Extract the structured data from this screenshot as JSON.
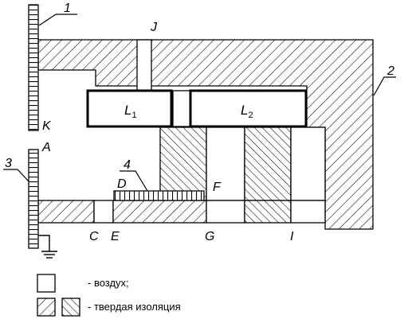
{
  "labels": {
    "ref1": "1",
    "ref2": "2",
    "ref3": "3",
    "ref4": "4",
    "J": "J",
    "K": "K",
    "A": "A",
    "D": "D",
    "F": "F",
    "C": "C",
    "E": "E",
    "G": "G",
    "I": "I",
    "L1": "L",
    "L1_sub": "1",
    "L2": "L",
    "L2_sub": "2"
  },
  "legend": {
    "air": "- воздух;",
    "solid": "- твердая изоляция"
  }
}
